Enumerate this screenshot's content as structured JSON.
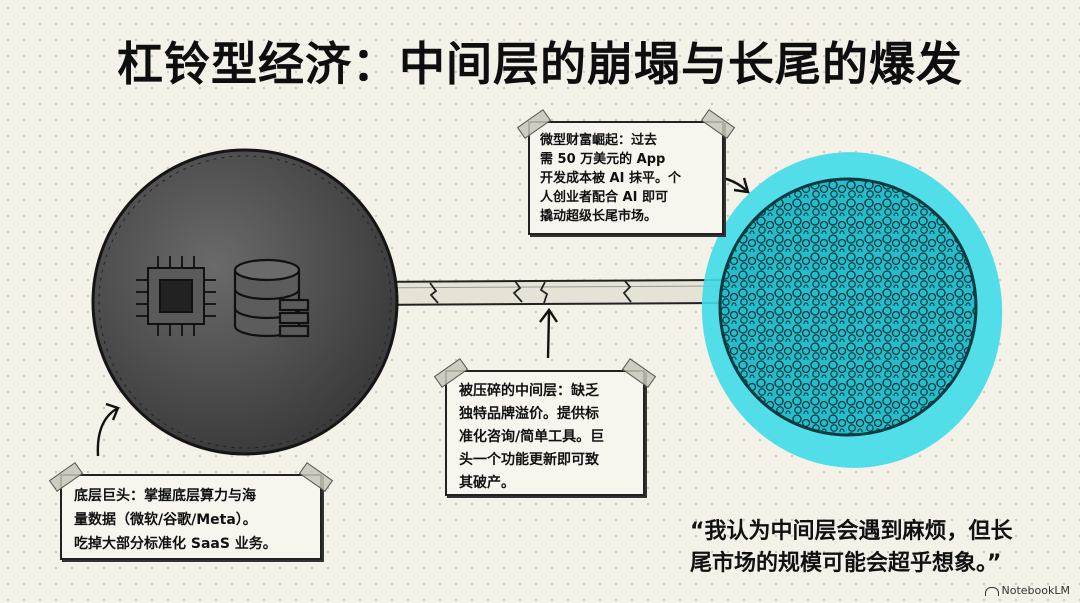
{
  "title": "杠铃型经济：中间层的崩塌与长尾的爆发",
  "notes": {
    "top": [
      "微型财富崛起：过去",
      "需 50 万美元的 App",
      "开发成本被 AI 抹平。个",
      "人创业者配合 AI 即可",
      "撬动超级长尾市场。"
    ],
    "middle": [
      "被压碎的中间层：缺乏",
      "独特品牌溢价。提供标",
      "准化咨询/简单工具。巨",
      "头一个功能更新即可致",
      "其破产。"
    ],
    "left": [
      "底层巨头：掌握底层算力与海",
      "量数据（微软/谷歌/Meta）。",
      "吃掉大部分标准化 SaaS 业务。"
    ]
  },
  "quote": [
    "“我认为中间层会遇到麻烦，但长",
    "尾市场的规模可能会超乎想象。”"
  ],
  "brand": "NotebookLM",
  "colors": {
    "giant": "#4a4a4a",
    "longtail": "#29c6d6",
    "paper": "#f4f1e8"
  }
}
